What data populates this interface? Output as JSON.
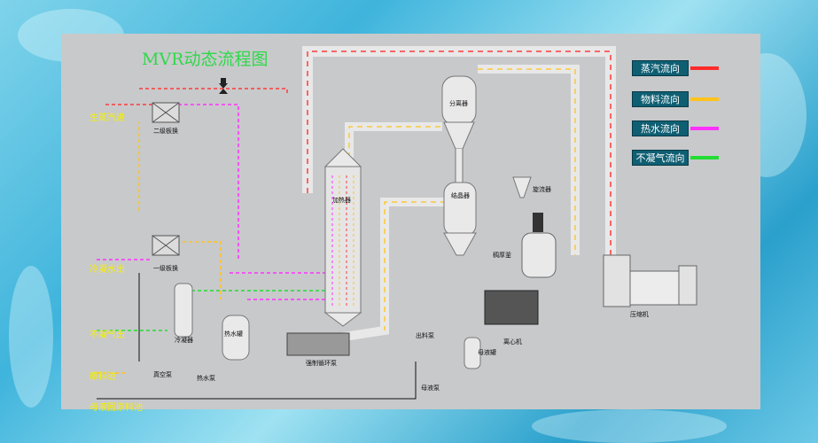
{
  "title": "MVR动态流程图",
  "legend": [
    {
      "label": "蒸汽流向",
      "color": "#ff2a2a"
    },
    {
      "label": "物料流向",
      "color": "#ffc21a"
    },
    {
      "label": "热水流向",
      "color": "#ff30ff"
    },
    {
      "label": "不凝气流向",
      "color": "#22dd33"
    }
  ],
  "inlets": {
    "steam_in": "生蒸汽进",
    "condensate_out": "冷凝水出",
    "noncondensable_out": "不凝气出",
    "feed_in": "原料进",
    "mother_liquor": "母液回原料池"
  },
  "equipment": {
    "secondary_plate": "二级板换",
    "primary_plate": "一级板换",
    "condenser": "冷凝器",
    "hot_water_tank": "热水罐",
    "vacuum_pump": "真空泵",
    "hot_water_pump": "热水泵",
    "heater": "加热器",
    "forced_pump": "强制循环泵",
    "separator": "分离器",
    "crystallizer": "结晶器",
    "cyclone": "旋流器",
    "thickener": "稠厚釜",
    "discharge_pump": "出料泵",
    "centrifuge": "离心机",
    "mother_tank": "母液罐",
    "mother_pump": "母液泵",
    "compressor": "压缩机"
  }
}
